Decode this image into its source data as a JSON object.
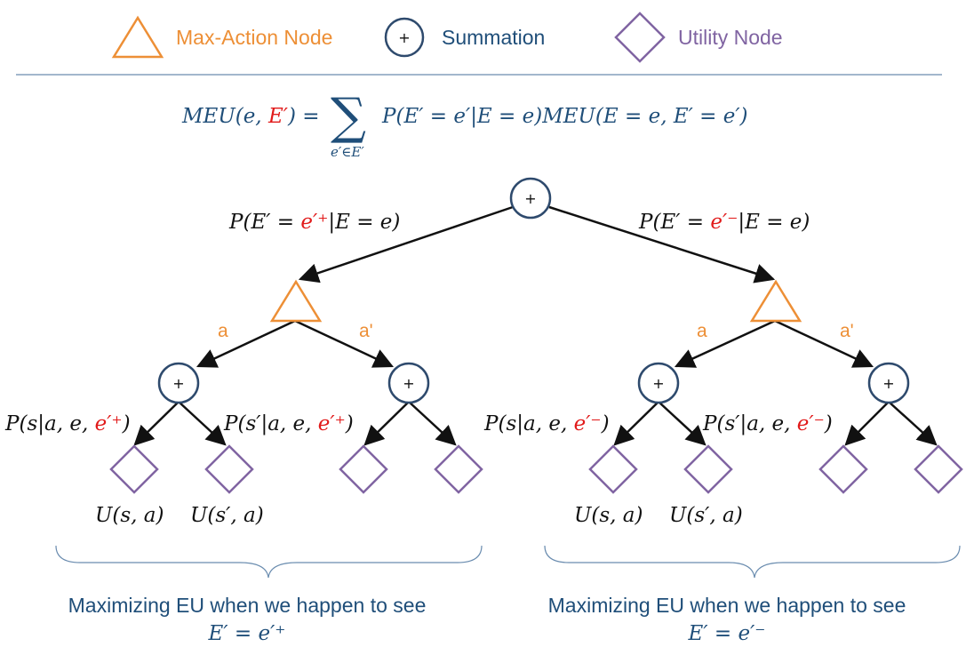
{
  "colors": {
    "max_action": "#ed8f36",
    "summation": "#2e4a6d",
    "utility": "#8064a2",
    "text_blue": "#1f4e79",
    "red": "#e11a1a"
  },
  "legend": {
    "max_action_label": "Max-Action Node",
    "summation_label": "Summation",
    "utility_label": "Utility Node",
    "plus_symbol": "+"
  },
  "formula": {
    "lhs": "MEU(e, ",
    "lhs_red": "E′",
    "lhs_close": ") = ",
    "sum_symbol": "∑",
    "sum_sub": "e′∈E′",
    "rhs": "P(E′ = e′|E = e)MEU(E = e, E′ = e′)"
  },
  "tree": {
    "root_plus": "+",
    "left_branch_prob": [
      "P(E′ = ",
      "e′⁺",
      "|E = e)"
    ],
    "right_branch_prob": [
      "P(E′ = ",
      "e′⁻",
      "|E = e)"
    ],
    "action_labels": [
      "a",
      "a'"
    ],
    "left_subtree": {
      "prob_a": [
        "P(s|a, e, ",
        "e′⁺",
        ")"
      ],
      "prob_a_prime": [
        "P(s′|a, e, ",
        "e′⁺",
        ")"
      ],
      "utility_1": "U(s, a)",
      "utility_2": "U(s′, a)"
    },
    "right_subtree": {
      "prob_a": [
        "P(s|a, e, ",
        "e′⁻",
        ")"
      ],
      "prob_a_prime": [
        "P(s′|a, e, ",
        "e′⁻",
        ")"
      ],
      "utility_1": "U(s, a)",
      "utility_2": "U(s′, a)"
    }
  },
  "captions": {
    "left_line1": "Maximizing EU when we happen to see",
    "left_line2": "E′ = e′⁺",
    "right_line1": "Maximizing EU when we happen to see",
    "right_line2": "E′ = e′⁻"
  }
}
